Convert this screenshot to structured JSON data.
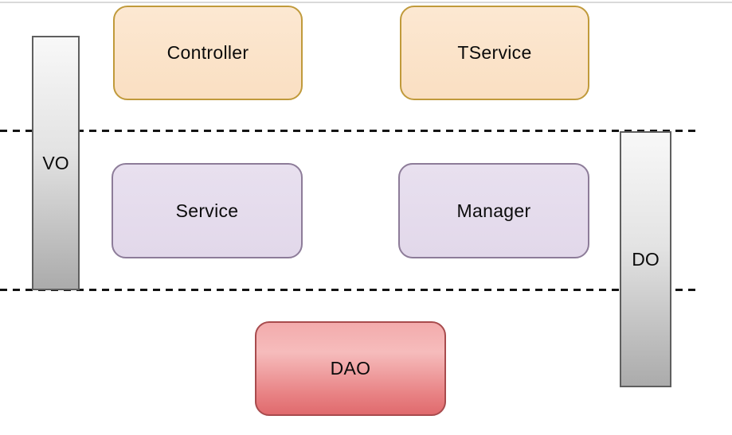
{
  "diagram": {
    "description": "Layered architecture diagram with three tiers separated by dashed lines",
    "nodes": {
      "controller": {
        "label": "Controller",
        "layer": "top",
        "fill": "#fae2c8",
        "border": "#c09a3b"
      },
      "tservice": {
        "label": "TService",
        "layer": "top",
        "fill": "#fae2c8",
        "border": "#c09a3b"
      },
      "service": {
        "label": "Service",
        "layer": "middle",
        "fill": "#e5dded",
        "border": "#8d7c99"
      },
      "manager": {
        "label": "Manager",
        "layer": "middle",
        "fill": "#e5dded",
        "border": "#8d7c99"
      },
      "dao": {
        "label": "DAO",
        "layer": "bottom",
        "fill_top": "#f5b5b6",
        "fill_bottom": "#e06a6d",
        "border": "#a84b4d"
      }
    },
    "bars": {
      "vo": {
        "label": "VO",
        "fill_top": "#f8f8f8",
        "fill_bottom": "#ababab",
        "border": "#5f5f5f",
        "spans": "top and middle layers"
      },
      "do": {
        "label": "DO",
        "fill_top": "#f8f8f8",
        "fill_bottom": "#ababab",
        "border": "#5f5f5f",
        "spans": "middle and bottom layers"
      }
    },
    "separators": {
      "style": "dashed",
      "color": "#141414",
      "count": 2
    }
  }
}
